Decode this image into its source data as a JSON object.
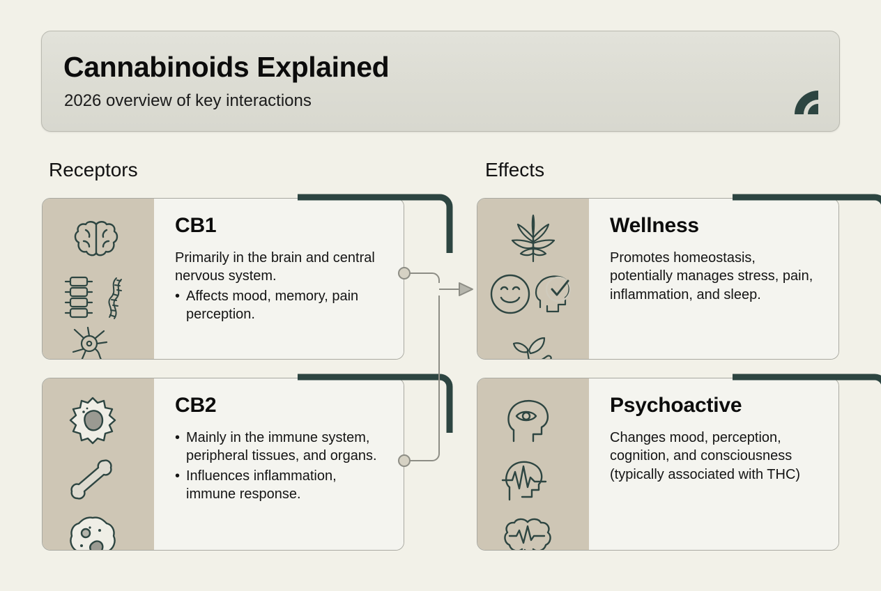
{
  "page": {
    "background_color": "#f2f1e8",
    "accent_color": "#2d4541",
    "panel_color": "#cec6b5",
    "card_color": "#f4f4ef"
  },
  "header": {
    "title": "Cannabinoids Explained",
    "subtitle": "2026 overview of key interactions",
    "logo": "arc-quarter-circle-logo"
  },
  "columns": {
    "left_heading": "Receptors",
    "right_heading": "Effects"
  },
  "cards": {
    "cb1": {
      "title": "CB1",
      "lead": "Primarily in the brain and central nervous system.",
      "bullets": [
        "Affects mood, memory, pain perception."
      ],
      "icons": [
        "brain-icon",
        "vertebrae-icon",
        "spine-icon",
        "neuron-icon"
      ]
    },
    "cb2": {
      "title": "CB2",
      "lead": "",
      "bullets": [
        "Mainly in the immune system, peripheral tissues, and organs.",
        "Influences inflammation, immune response."
      ],
      "icons": [
        "immune-cell-icon",
        "bone-icon",
        "macrophage-icon"
      ]
    },
    "wellness": {
      "title": "Wellness",
      "lead": "Promotes homeostasis, potentially manages stress, pain, inflammation, and sleep.",
      "bullets": [],
      "icons": [
        "cannabis-leaf-icon",
        "smiley-face-icon",
        "head-check-icon",
        "hand-sprout-icon"
      ]
    },
    "psychoactive": {
      "title": "Psychoactive",
      "lead": "Changes mood, perception, cognition, and consciousness (typically associated with THC)",
      "bullets": [],
      "icons": [
        "head-eye-icon",
        "head-waveform-icon",
        "brain-pulse-icon"
      ]
    }
  },
  "connectors": {
    "from_cb1": "node-circle",
    "from_cb2": "node-circle",
    "arrow": "arrow-right"
  }
}
